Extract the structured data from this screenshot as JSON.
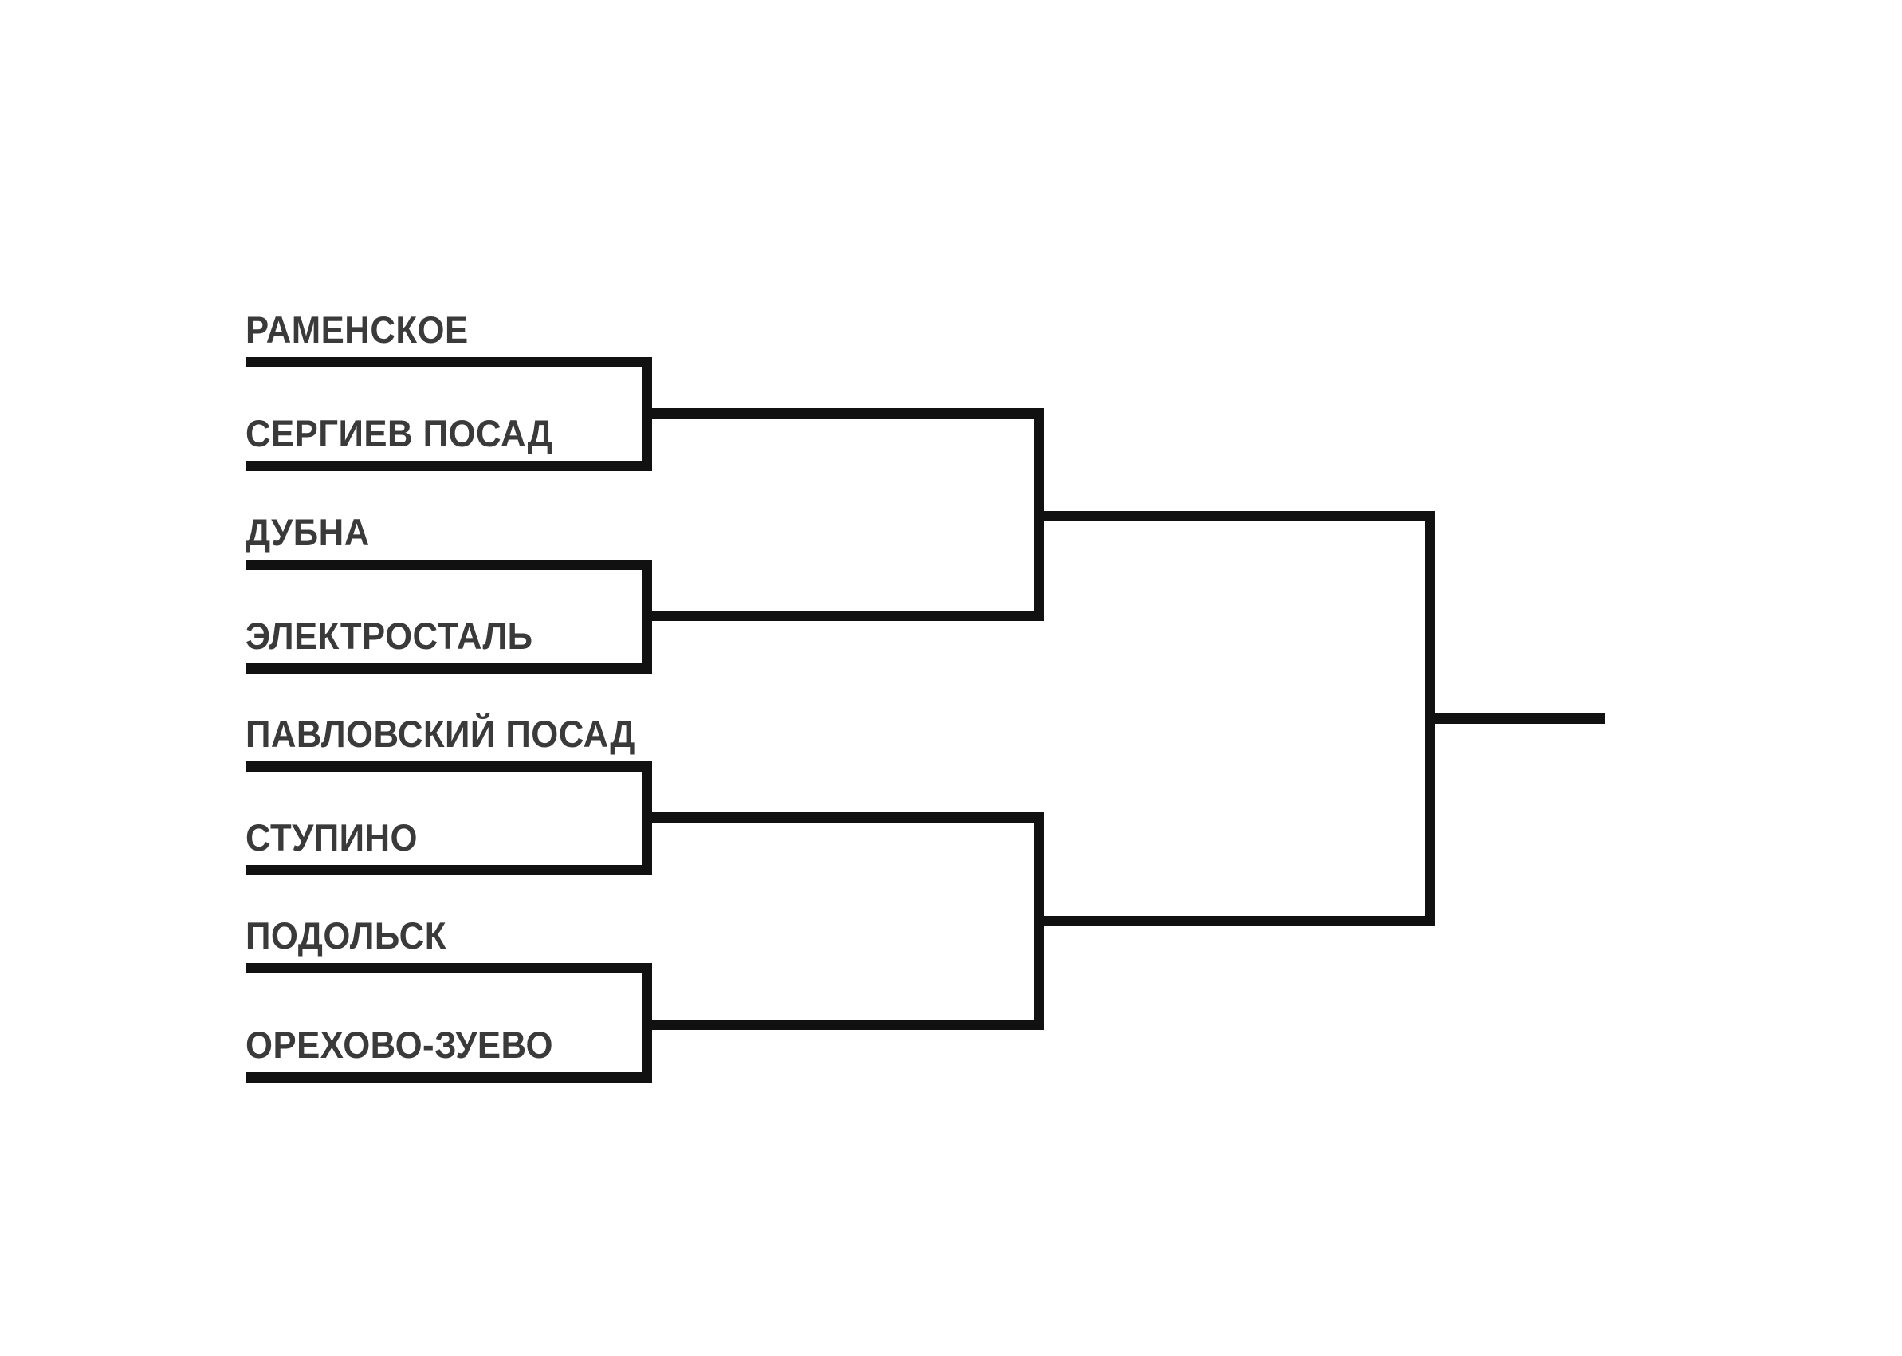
{
  "diagram": {
    "kind": "single-elimination-tournament-bracket",
    "team_count": 8,
    "round_count": 3,
    "colors": {
      "background": "#ffffff",
      "line": "#111111",
      "label_text": "#3a3a3a"
    }
  },
  "rounds": [
    {
      "name": "round-of-8",
      "matches": [
        {
          "id": "match-1",
          "teams": [
            {
              "id": "team-1",
              "label": "РАМЕНСКОЕ"
            },
            {
              "id": "team-2",
              "label": "СЕРГИЕВ ПОСАД"
            }
          ]
        },
        {
          "id": "match-2",
          "teams": [
            {
              "id": "team-3",
              "label": "ДУБНА"
            },
            {
              "id": "team-4",
              "label": "ЭЛЕКТРОСТАЛЬ"
            }
          ]
        },
        {
          "id": "match-3",
          "teams": [
            {
              "id": "team-5",
              "label": "ПАВЛОВСКИЙ ПОСАД"
            },
            {
              "id": "team-6",
              "label": "СТУПИНО"
            }
          ]
        },
        {
          "id": "match-4",
          "teams": [
            {
              "id": "team-7",
              "label": "ПОДОЛЬСК"
            },
            {
              "id": "team-8",
              "label": "ОРЕХОВО-ЗУЕВО"
            }
          ]
        }
      ]
    },
    {
      "name": "semifinals",
      "matches": [
        {
          "id": "semifinal-1",
          "teams": [
            {
              "id": "sf1-slot-1",
              "label": ""
            },
            {
              "id": "sf1-slot-2",
              "label": ""
            }
          ]
        },
        {
          "id": "semifinal-2",
          "teams": [
            {
              "id": "sf2-slot-1",
              "label": ""
            },
            {
              "id": "sf2-slot-2",
              "label": ""
            }
          ]
        }
      ]
    },
    {
      "name": "final",
      "matches": [
        {
          "id": "final-1",
          "teams": [
            {
              "id": "final-slot-1",
              "label": ""
            },
            {
              "id": "final-slot-2",
              "label": ""
            }
          ]
        }
      ]
    }
  ],
  "champion": {
    "id": "champion",
    "label": ""
  }
}
